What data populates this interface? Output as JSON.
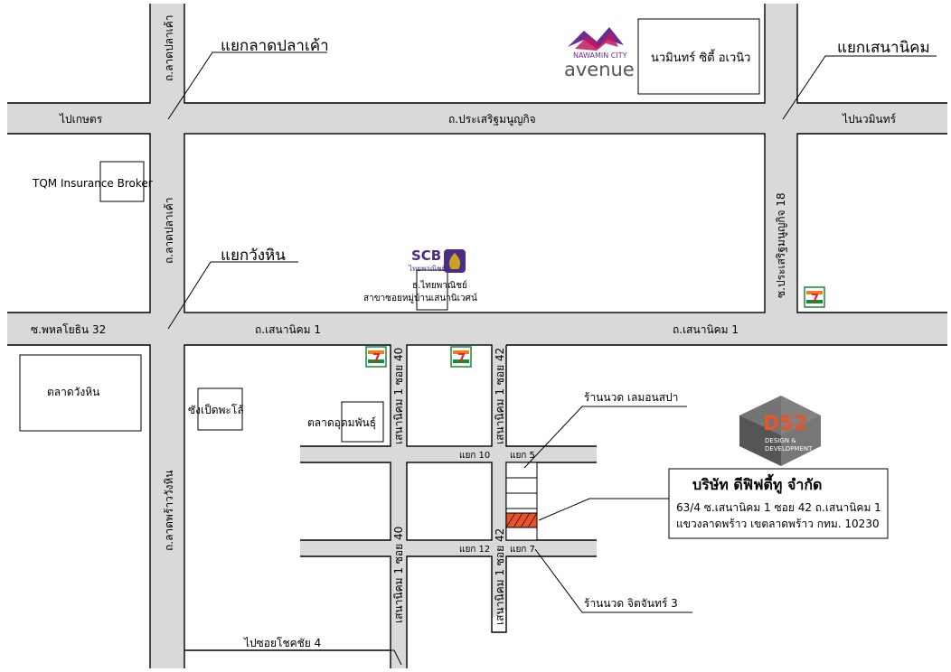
{
  "junctions": {
    "lat_pla_khao": "แยกลาดปลาเค้า",
    "sena_nikhom": "แยกเสนานิคม",
    "wang_hin": "แยกวังหิน"
  },
  "roads": {
    "lat_pla_khao_top": "ถ.ลาดปลาเค้า",
    "lat_pla_khao_mid": "ถ.ลาดปลาเค้า",
    "to_kaset": "ไปเกษตร",
    "prasert": "ถ.ประเสริฐมนูญกิจ",
    "to_nawamin": "ไปนวมินทร์",
    "prasert_18": "ซ.ประเสริฐมนูญกิจ 18",
    "phahon_32": "ซ.พหลโยธิน 32",
    "sena_1_left": "ถ.เสนานิคม 1",
    "sena_1_right": "ถ.เสนานิคม 1",
    "soi40_upper": "เสนานิคม 1 ซอย 40",
    "soi42_upper": "เสนานิคม 1 ซอย 42",
    "soi40_lower": "เสนานิคม 1 ซอย 40",
    "soi42_lower": "เสนานิคม 1 ซอย 42",
    "lat_phrao_wang_hin": "ถ.ลาดพร้าววังหิน",
    "yaek10": "แยก 10",
    "yaek5": "แยก 5",
    "yaek12": "แยก 12",
    "yaek7": "แยก 7",
    "to_chok_chai_4": "ไปซอยโชคชัย 4"
  },
  "places": {
    "nawamin_logo_top": "NAWAMIN CITY",
    "nawamin_logo_main": "avenue",
    "nawamin_city": "นวมินทร์ ซิตี้ อเวนิว",
    "tqm": "TQM Insurance Broker",
    "scb_logo": "SCB",
    "scb_logo_th": "ไทยพาณิชย์",
    "scb_line1": "ธ.ไทยพาณิชย์",
    "scb_line2": "สาขาซอยหมู่บ้านเสนานิเวศน์",
    "talat_wang_hin": "ตลาดวังหิน",
    "sang_pet": "ซังเป็ดพะโล้",
    "talat_udom": "ตลาดอุดมพันธุ์",
    "massage_lemon": "ร้านนวด เลมอนสปา",
    "massage_jit": "ร้านนวด จิตจันทร์ 3",
    "seven_label": "7"
  },
  "company": {
    "name": "บริษัท ดีฟิฟตี้ทู จำกัด",
    "address_line1": "63/4 ซ.เสนานิคม 1 ซอย 42 ถ.เสนานิคม 1",
    "address_line2": "แขวงลาดพร้าว เขตลาดพร้าว กทม. 10230",
    "logo_main": "D52",
    "logo_sub1": "DESIGN &",
    "logo_sub2": "DEVELOPMENT"
  },
  "colors": {
    "road": "#d9d9d9",
    "highlight": "#e8542a",
    "scb_purple": "#4b2d83",
    "scb_gold": "#c9a227",
    "seven_green": "#1a8a3a",
    "seven_orange": "#f47b20",
    "seven_red": "#e1251b",
    "nawamin_purple": "#6a2c91",
    "nawamin_pink": "#c2185b",
    "d52_gray": "#666666",
    "d52_orange": "#e8542a"
  }
}
